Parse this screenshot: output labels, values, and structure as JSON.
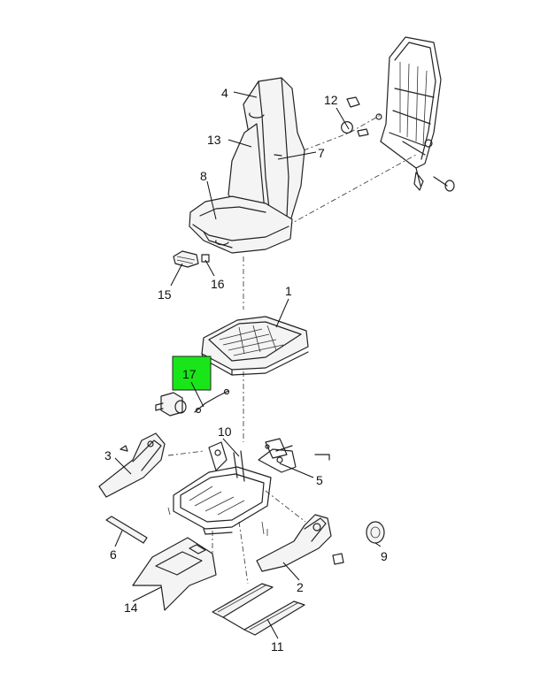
{
  "highlight": {
    "color": "#19e619"
  },
  "callouts": {
    "c1": "1",
    "c2": "2",
    "c3": "3",
    "c4": "4",
    "c5": "5",
    "c6": "6",
    "c7": "7",
    "c8": "8",
    "c9": "9",
    "c10": "10",
    "c11": "11",
    "c12": "12",
    "c13": "13",
    "c14": "14",
    "c15": "15",
    "c16": "16",
    "c17": "17"
  }
}
